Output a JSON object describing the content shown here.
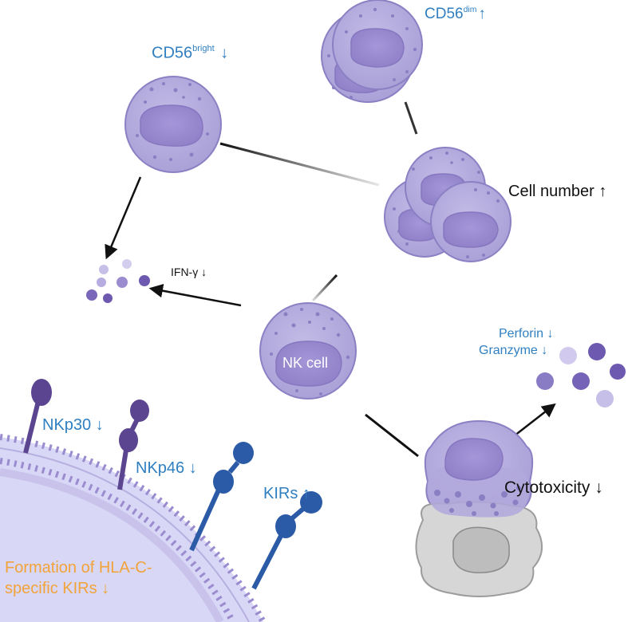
{
  "labels": {
    "cd56_bright_base": "CD56",
    "cd56_bright_sup": "bright",
    "cd56_bright_arrow": "↓",
    "cd56_dim_base": "CD56",
    "cd56_dim_sup": "dim",
    "cd56_dim_arrow": "↑",
    "cell_number": "Cell number ↑",
    "ifn_gamma": "IFN-γ ↓",
    "nk_cell": "NK cell",
    "perforin": "Perforin ↓",
    "granzyme": "Granzyme ↓",
    "cytotoxicity": "Cytotoxicity ↓",
    "nkp30": "NKp30 ↓",
    "nkp46": "NKp46 ↓",
    "kirs": "KIRs ↑",
    "hla_line1": "Formation of HLA-C-",
    "hla_line2": "specific KIRs ↓"
  },
  "colors": {
    "cell_fill": "#b1a8dc",
    "cell_stroke": "#8a80c3",
    "nucleus_fill": "#9a8ccf",
    "receptor_purple": "#5b4490",
    "receptor_blue": "#2b5aa6",
    "membrane_fill": "#d9d7f6",
    "target_cell": "#d6d6d6",
    "label_blue": "#2f7fc1",
    "label_orange": "#f2a33a"
  }
}
